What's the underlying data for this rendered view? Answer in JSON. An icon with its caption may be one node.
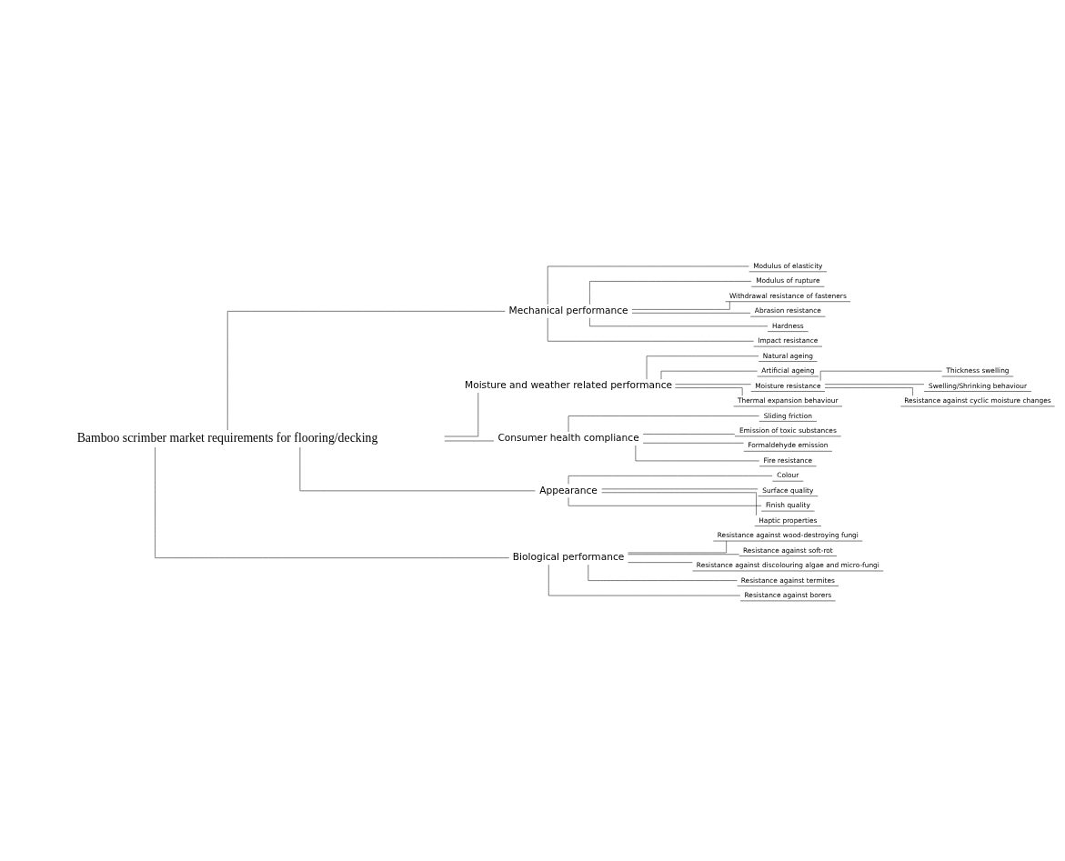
{
  "diagram": {
    "nodes": [
      {
        "text": [
          "Bamboo scrimber market requirements for flooring/decking"
        ]
      },
      {
        "text": [
          "Mechanical performance"
        ]
      },
      {
        "text": [
          "Modulus of elasticity"
        ]
      },
      {
        "text": [
          "Modulus of rupture"
        ]
      },
      {
        "text": [
          "Withdrawal resistance of fasteners"
        ]
      },
      {
        "text": [
          "Abrasion resistance"
        ]
      },
      {
        "text": [
          "Hardness"
        ]
      },
      {
        "text": [
          "Impact resistance"
        ]
      },
      {
        "text": [
          "Moisture and weather related performance"
        ]
      },
      {
        "text": [
          "Natural ageing"
        ]
      },
      {
        "text": [
          "Artificial ageing"
        ]
      },
      {
        "text": [
          "Moisture resistance"
        ]
      },
      {
        "text": [
          "Thickness swelling"
        ]
      },
      {
        "text": [
          "Swelling/Shrinking behaviour"
        ]
      },
      {
        "text": [
          "Resistance against cyclic moisture changes"
        ]
      },
      {
        "text": [
          "Thermal expansion behaviour"
        ]
      },
      {
        "text": [
          "Consumer health compliance"
        ]
      },
      {
        "text": [
          "Sliding friction"
        ]
      },
      {
        "text": [
          "Emission of toxic substances"
        ]
      },
      {
        "text": [
          "Formaldehyde emission"
        ]
      },
      {
        "text": [
          "Fire resistance"
        ]
      },
      {
        "text": [
          "Appearance"
        ]
      },
      {
        "text": [
          "Colour"
        ]
      },
      {
        "text": [
          "Surface quality"
        ]
      },
      {
        "text": [
          "Finish quality"
        ]
      },
      {
        "text": [
          "Haptic properties"
        ]
      },
      {
        "text": [
          "Biological performance"
        ]
      },
      {
        "text": [
          "Resistance against wood-destroying fungi"
        ]
      },
      {
        "text": [
          "Resistance against soft-rot"
        ]
      },
      {
        "text": [
          "Resistance against discolouring algae and micro-fungi"
        ]
      },
      {
        "text": [
          "Resistance against termites"
        ]
      },
      {
        "text": [
          "Resistance against borers"
        ]
      }
    ],
    "edges": [
      {
        "from": 0,
        "to": 1,
        "arrow": "none"
      },
      {
        "from": 1,
        "to": 2,
        "arrow": "none"
      },
      {
        "from": 1,
        "to": 3,
        "arrow": "none"
      },
      {
        "from": 1,
        "to": 4,
        "arrow": "none"
      },
      {
        "from": 1,
        "to": 5,
        "arrow": "none"
      },
      {
        "from": 1,
        "to": 6,
        "arrow": "none"
      },
      {
        "from": 1,
        "to": 7,
        "arrow": "none"
      },
      {
        "from": 0,
        "to": 8,
        "arrow": "none"
      },
      {
        "from": 8,
        "to": 9,
        "arrow": "none"
      },
      {
        "from": 8,
        "to": 10,
        "arrow": "none"
      },
      {
        "from": 8,
        "to": 11,
        "arrow": "none"
      },
      {
        "from": 11,
        "to": 12,
        "arrow": "none"
      },
      {
        "from": 11,
        "to": 13,
        "arrow": "none"
      },
      {
        "from": 11,
        "to": 14,
        "arrow": "none"
      },
      {
        "from": 8,
        "to": 15,
        "arrow": "none"
      },
      {
        "from": 0,
        "to": 16,
        "arrow": "none"
      },
      {
        "from": 16,
        "to": 17,
        "arrow": "none"
      },
      {
        "from": 16,
        "to": 18,
        "arrow": "none"
      },
      {
        "from": 16,
        "to": 19,
        "arrow": "none"
      },
      {
        "from": 16,
        "to": 20,
        "arrow": "none"
      },
      {
        "from": 0,
        "to": 21,
        "arrow": "none"
      },
      {
        "from": 21,
        "to": 22,
        "arrow": "none"
      },
      {
        "from": 21,
        "to": 23,
        "arrow": "none"
      },
      {
        "from": 21,
        "to": 24,
        "arrow": "none"
      },
      {
        "from": 21,
        "to": 25,
        "arrow": "none"
      },
      {
        "from": 0,
        "to": 26,
        "arrow": "none"
      },
      {
        "from": 26,
        "to": 27,
        "arrow": "none"
      },
      {
        "from": 26,
        "to": 28,
        "arrow": "none"
      },
      {
        "from": 26,
        "to": 29,
        "arrow": "none"
      },
      {
        "from": 26,
        "to": 30,
        "arrow": "none"
      },
      {
        "from": 26,
        "to": 31,
        "arrow": "none"
      }
    ]
  }
}
